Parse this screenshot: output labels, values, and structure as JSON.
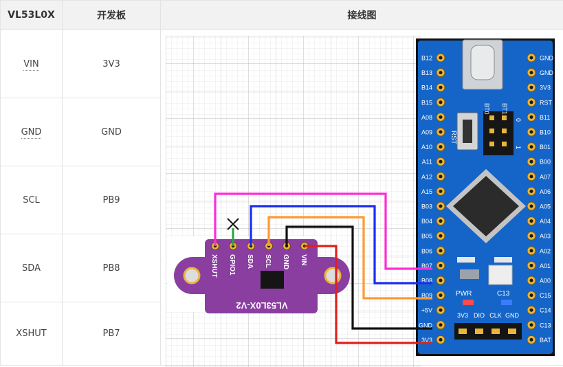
{
  "table": {
    "headers": [
      "VL53L0X",
      "开发板",
      "接线图"
    ],
    "rows": [
      {
        "sensor": "VIN",
        "board": "3V3"
      },
      {
        "sensor": "GND",
        "board": "GND"
      },
      {
        "sensor": "SCL",
        "board": "PB9"
      },
      {
        "sensor": "SDA",
        "board": "PB8"
      },
      {
        "sensor": "XSHUT",
        "board": "PB7"
      }
    ]
  },
  "diagram": {
    "sensor": {
      "name": "VL53L0X-V2",
      "pins": [
        "XSHUT",
        "GPIO1",
        "SDA",
        "SCL",
        "GND",
        "VIN"
      ],
      "color": "#8a3ea0"
    },
    "board": {
      "color": "#1565c8",
      "left_pins": [
        "B12",
        "B13",
        "B14",
        "B15",
        "A08",
        "A09",
        "A10",
        "A11",
        "A12",
        "A15",
        "B03",
        "B04",
        "B05",
        "B06",
        "B07",
        "B08",
        "B09",
        "+5V",
        "GND",
        "3V3"
      ],
      "right_pins": [
        "GND",
        "GND",
        "3V3",
        "RST",
        "B11",
        "B10",
        "B01",
        "B00",
        "A07",
        "A06",
        "A05",
        "A04",
        "A03",
        "A02",
        "A01",
        "A00",
        "C15",
        "C14",
        "C13",
        "BAT"
      ],
      "rst_label": "RST",
      "boot_labels": [
        "BT0",
        "BT1",
        "0",
        "1"
      ],
      "pwr_label": "PWR",
      "c13_label": "C13",
      "bottom_labels": [
        "3V3",
        "DIO",
        "CLK",
        "GND"
      ]
    },
    "wires": [
      {
        "from": "XSHUT",
        "to": "B07",
        "color": "#ff2bd6"
      },
      {
        "from": "SDA",
        "to": "B08",
        "color": "#1a2cf0"
      },
      {
        "from": "SCL",
        "to": "B09",
        "color": "#ff9a2e"
      },
      {
        "from": "GND",
        "to": "GND",
        "color": "#111111"
      },
      {
        "from": "VIN",
        "to": "3V3",
        "color": "#e0201a"
      }
    ]
  }
}
